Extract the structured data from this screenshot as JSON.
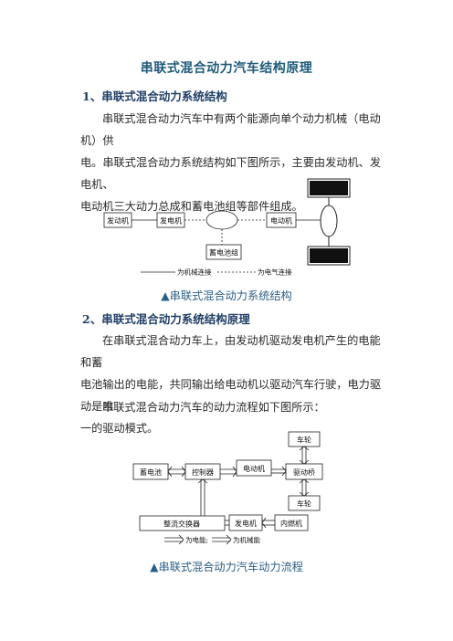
{
  "title": "串联式混合动力汽车结构原理",
  "section1": {
    "heading": "1、串联式混合动力系统结构",
    "para_lines": [
      "串联式混合动力汽车中有两个能源向单个动力机械（电动机）供",
      "电。串联式混合动力系统结构如下图所示，主要由发动机、发电机、",
      "电动机三大动力总成和蓄电池组等部件组成。"
    ]
  },
  "diagram1": {
    "boxes": {
      "engine": "发动机",
      "generator": "发电机",
      "motor": "电动机",
      "battery": "蓄电池组"
    },
    "legend": {
      "mechanical": "为机械连接",
      "electrical": "为电气连接"
    },
    "caption": "▲串联式混合动力系统结构"
  },
  "section2": {
    "heading": "2、串联式混合动力系统结构原理",
    "para_lines": [
      "在串联式混合动力车上，由发动机驱动发电机产生的电能和蓄",
      "电池输出的电能，共同输出给电动机以驱动汽车行驶，电力驱动是唯",
      "一的驱动模式。"
    ],
    "para2": "串联式混合动力汽车的动力流程如下图所示："
  },
  "diagram2": {
    "boxes": {
      "wheel_top": "车轮",
      "battery": "蓄电池",
      "controller": "控制器",
      "motor": "电动机",
      "drive_axle": "驱动桥",
      "wheel_bottom": "车轮",
      "rectifier": "整流交换器",
      "generator": "发电机",
      "engine": "内燃机"
    },
    "legend": {
      "electric": "为电能;",
      "mechanical": "为机械能"
    },
    "caption": "▲串联式混合动力汽车动力流程"
  }
}
